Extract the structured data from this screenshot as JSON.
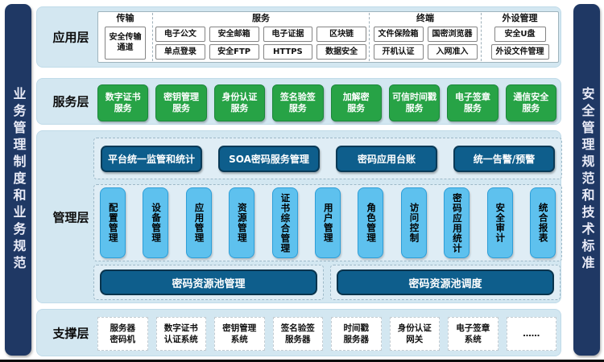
{
  "colors": {
    "sidebar_navy": "#1f3864",
    "band_blue": "#d3e7f1",
    "service_green": "#27a346",
    "vertical_light_blue": "#5ec1ee",
    "button_dark_blue": "#0e5e8c"
  },
  "side_bars": {
    "left": "业务管理制度和业务规范",
    "right": "安全管理规范和技术标准"
  },
  "application": {
    "label": "应用层",
    "groups": [
      {
        "title": "传输",
        "tall_item": "安全传输\n通道"
      },
      {
        "title": "服务",
        "rows": [
          [
            "电子公文",
            "安全邮箱",
            "电子证据",
            "区块链"
          ],
          [
            "单点登录",
            "安全FTP",
            "HTTPS",
            "数据安全"
          ]
        ]
      },
      {
        "title": "终端",
        "rows": [
          [
            "文件保险箱",
            "国密浏览器"
          ],
          [
            "开机认证",
            "入网准入"
          ]
        ]
      },
      {
        "title": "外设管理",
        "rows": [
          [
            "安全U盘"
          ],
          [
            "外设文件管理"
          ]
        ]
      }
    ]
  },
  "service": {
    "label": "服务层",
    "items": [
      "数字证书\n服务",
      "密钥管理\n服务",
      "身份认证\n服务",
      "签名验签\n服务",
      "加解密\n服务",
      "可信时间戳\n服务",
      "电子签章\n服务",
      "通信安全\n服务"
    ]
  },
  "management": {
    "label": "管理层",
    "buttons": [
      "平台统一监管和统计",
      "SOA密码服务管理",
      "密码应用台账",
      "统一告警/预警"
    ],
    "vertical_items": [
      "配置管理",
      "设备管理",
      "应用管理",
      "资源管理",
      "证书综合管理",
      "用户管理",
      "角色管理",
      "访问控制",
      "密码应用统计",
      "安全审计",
      "统合报表"
    ],
    "pool_bars": [
      "密码资源池管理",
      "密码资源池调度"
    ]
  },
  "support": {
    "label": "支撑层",
    "items": [
      "服务器\n密码机",
      "数字证书\n认证系统",
      "密钥管理\n系统",
      "签名验签\n服务器",
      "时间戳\n服务器",
      "身份认证\n网关",
      "电子签章\n系统",
      "……"
    ]
  }
}
